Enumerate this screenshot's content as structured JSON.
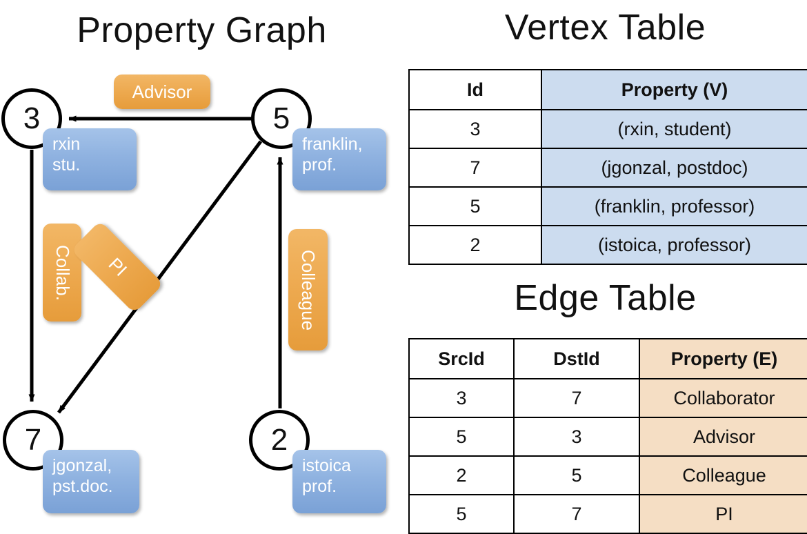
{
  "titles": {
    "property_graph": "Property Graph",
    "vertex_table": "Vertex Table",
    "edge_table": "Edge Table"
  },
  "colors": {
    "vertex_property_fill": "#ccdcef",
    "edge_property_fill": "#f5dec4",
    "vertex_callout_blue": "#8fb2e0",
    "edge_label_orange": "#eda94f",
    "stroke": "#000000",
    "background": "#ffffff"
  },
  "graph": {
    "nodes": [
      {
        "id": "3",
        "property": "rxin\nstu.",
        "property_line1": "rxin",
        "property_line2": "stu."
      },
      {
        "id": "5",
        "property": "franklin,\nprof.",
        "property_line1": "franklin,",
        "property_line2": "prof."
      },
      {
        "id": "7",
        "property": "jgonzal,\npst.doc.",
        "property_line1": "jgonzal,",
        "property_line2": "pst.doc."
      },
      {
        "id": "2",
        "property": "istoica\nprof.",
        "property_line1": "istoica",
        "property_line2": "prof."
      }
    ],
    "edge_labels": [
      {
        "key": "advisor",
        "label": "Advisor",
        "from": "5",
        "to": "3"
      },
      {
        "key": "collab",
        "label": "Collab.",
        "from": "3",
        "to": "7"
      },
      {
        "key": "pi",
        "label": "PI",
        "from": "5",
        "to": "7"
      },
      {
        "key": "colleague",
        "label": "Colleague",
        "from": "2",
        "to": "5"
      }
    ]
  },
  "vertex_table": {
    "headers": [
      "Id",
      "Property (V)"
    ],
    "rows": [
      {
        "id": "3",
        "property": "(rxin, student)"
      },
      {
        "id": "7",
        "property": "(jgonzal, postdoc)"
      },
      {
        "id": "5",
        "property": "(franklin, professor)"
      },
      {
        "id": "2",
        "property": "(istoica, professor)"
      }
    ]
  },
  "edge_table": {
    "headers": [
      "SrcId",
      "DstId",
      "Property (E)"
    ],
    "rows": [
      {
        "src": "3",
        "dst": "7",
        "property": "Collaborator"
      },
      {
        "src": "5",
        "dst": "3",
        "property": "Advisor"
      },
      {
        "src": "2",
        "dst": "5",
        "property": "Colleague"
      },
      {
        "src": "5",
        "dst": "7",
        "property": "PI"
      }
    ]
  }
}
